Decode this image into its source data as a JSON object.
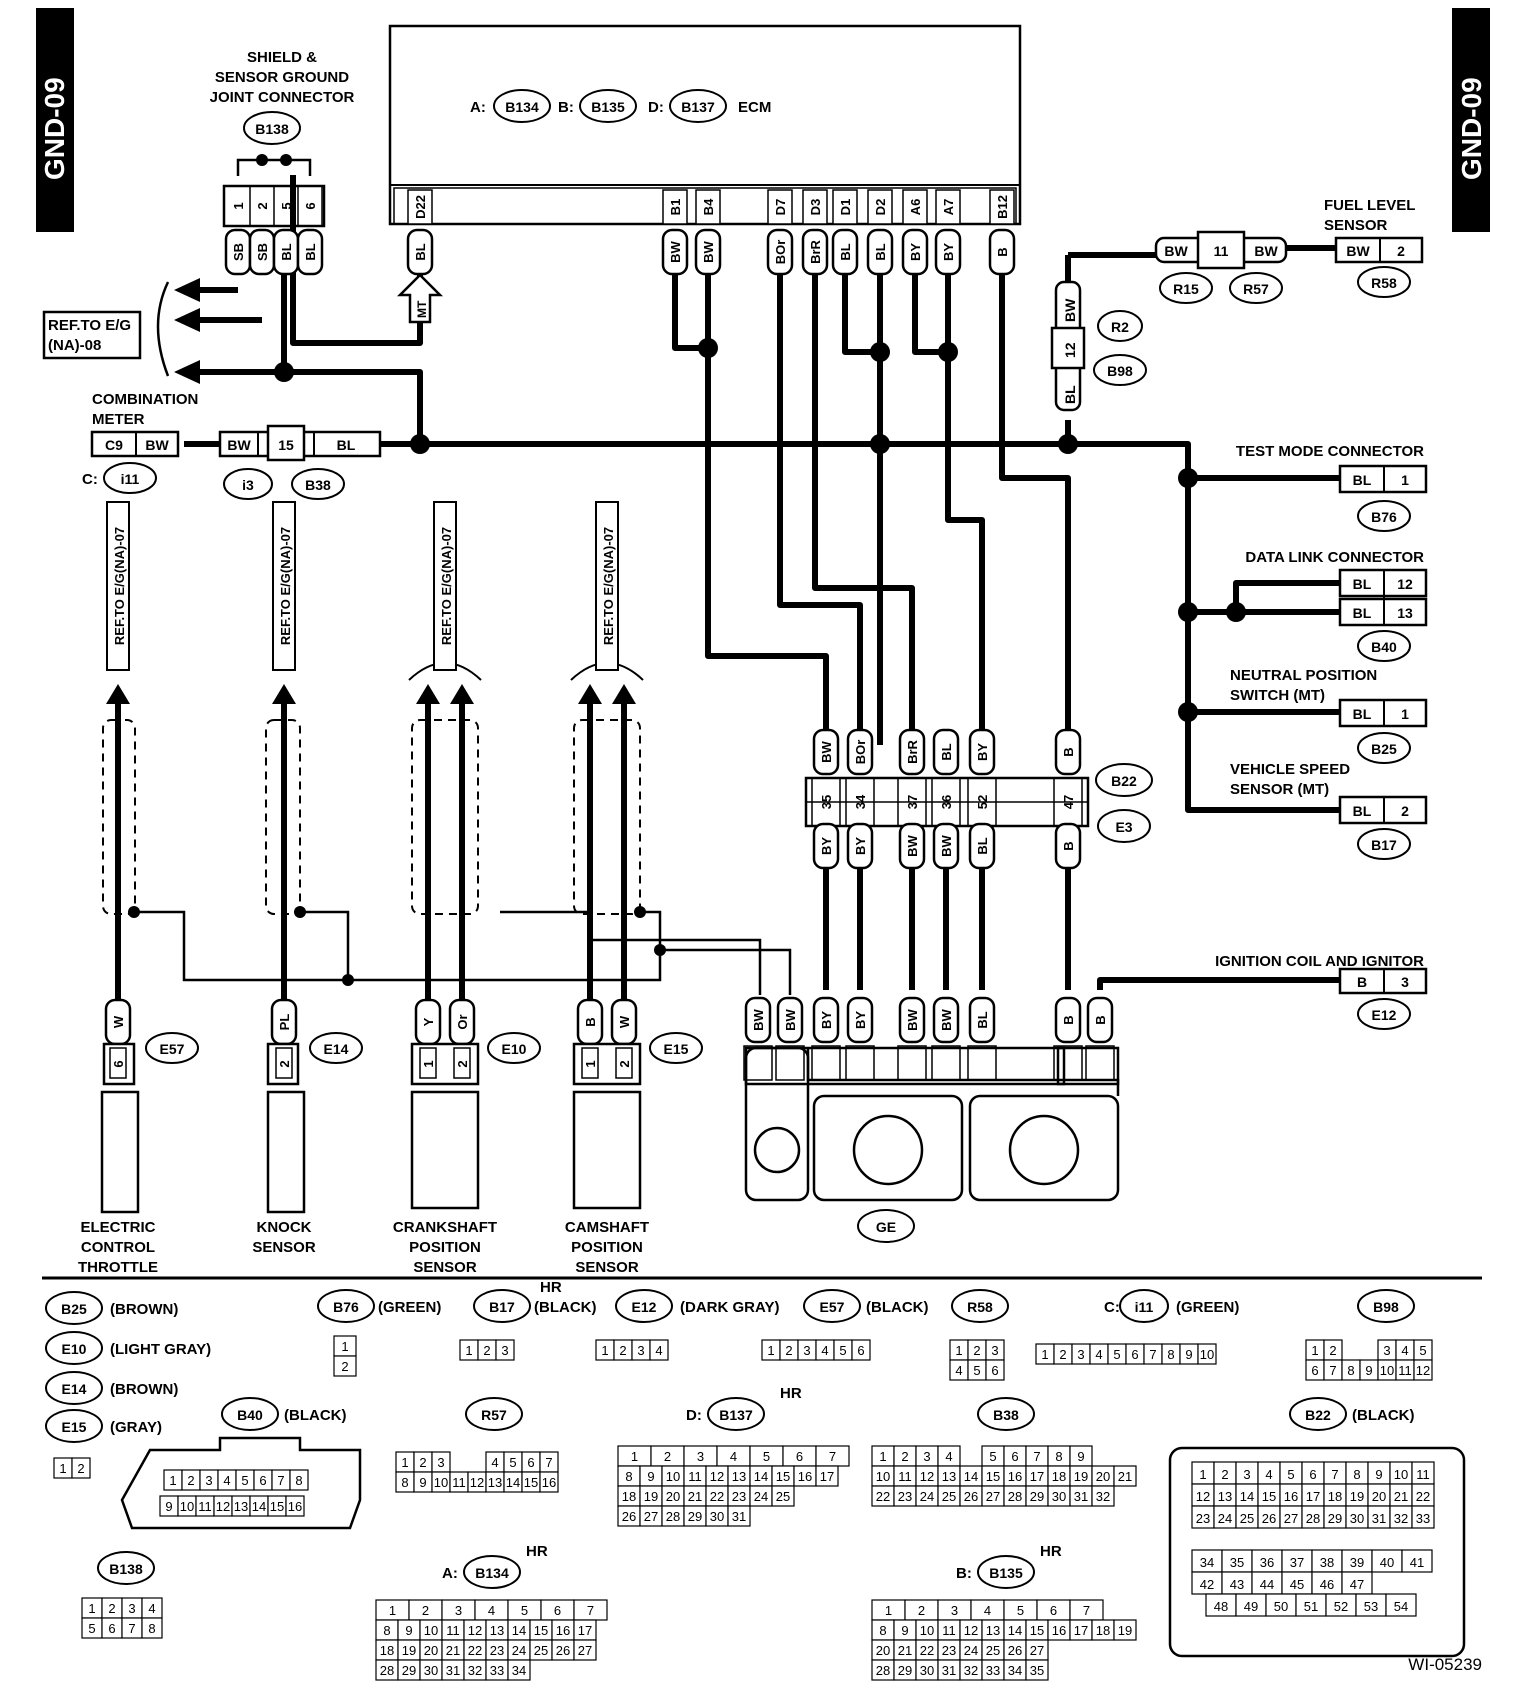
{
  "page_tag": "GND-09",
  "figure_id": "WI-05239",
  "ecm": {
    "label": "ECM",
    "connectors": [
      {
        "prefix": "A:",
        "id": "B134"
      },
      {
        "prefix": "B:",
        "id": "B135"
      },
      {
        "prefix": "D:",
        "id": "B137"
      }
    ],
    "pins": [
      "D22",
      "B1",
      "B4",
      "D7",
      "D3",
      "D1",
      "D2",
      "A6",
      "A7",
      "B12"
    ],
    "pin_wires": [
      "BL",
      "BW",
      "BW",
      "BOr",
      "BrR",
      "BL",
      "BL",
      "BY",
      "BY",
      "B"
    ]
  },
  "joint_connector": {
    "title_lines": [
      "SHIELD &",
      "SENSOR GROUND",
      "JOINT CONNECTOR"
    ],
    "id": "B138",
    "pins": [
      "1",
      "2",
      "5",
      "6"
    ],
    "wires": [
      "SB",
      "SB",
      "BL",
      "BL"
    ]
  },
  "ref_eg_na_08": [
    "REF.TO E/G",
    "(NA)-08"
  ],
  "mt_label": "MT",
  "combination_meter": {
    "title_lines": [
      "COMBINATION",
      "METER"
    ],
    "pin": "C9",
    "wire": "BW",
    "prefix": "C:",
    "id": "i11",
    "joint": {
      "wire_left": "BW",
      "pin": "15",
      "wire_right": "BL",
      "id_left": "i3",
      "id_right": "B38"
    }
  },
  "fuel_level": {
    "title_lines": [
      "FUEL LEVEL",
      "SENSOR"
    ],
    "wire_a": "BW",
    "pin_mid": "11",
    "wire_b": "BW",
    "id_a": "R15",
    "id_b": "R57",
    "wire_c": "BW",
    "pin_c": "2",
    "id_c": "R58",
    "vertical": {
      "wire_top": "BW",
      "pin": "12",
      "wire_bottom": "BL",
      "id_top": "R2",
      "id_bottom": "B98"
    }
  },
  "right_connectors": [
    {
      "title_lines": [
        "TEST MODE CONNECTOR"
      ],
      "rows": [
        {
          "wire": "BL",
          "pin": "1"
        }
      ],
      "id": "B76"
    },
    {
      "title_lines": [
        "DATA LINK CONNECTOR"
      ],
      "rows": [
        {
          "wire": "BL",
          "pin": "12"
        },
        {
          "wire": "BL",
          "pin": "13"
        }
      ],
      "id": "B40"
    },
    {
      "title_lines": [
        "NEUTRAL POSITION",
        "SWITCH (MT)"
      ],
      "rows": [
        {
          "wire": "BL",
          "pin": "1"
        }
      ],
      "id": "B25"
    },
    {
      "title_lines": [
        "VEHICLE SPEED",
        "SENSOR (MT)"
      ],
      "rows": [
        {
          "wire": "BL",
          "pin": "2"
        }
      ],
      "id": "B17"
    }
  ],
  "b22_e3": {
    "top_wires": [
      "BW",
      "BOr",
      "BrR",
      "BL",
      "BY",
      "B"
    ],
    "pins": [
      "35",
      "34",
      "37",
      "36",
      "52",
      "47"
    ],
    "bottom_wires": [
      "BY",
      "BY",
      "BW",
      "BW",
      "BL",
      "B"
    ],
    "id_top": "B22",
    "id_bottom": "E3"
  },
  "ignition": {
    "title": "IGNITION COIL AND IGNITOR",
    "wire": "B",
    "pin": "3",
    "id": "E12"
  },
  "ref_eg_na_07": "REF.TO E/G(NA)-07",
  "sensors": [
    {
      "title_lines": [
        "ELECTRIC",
        "CONTROL",
        "THROTTLE"
      ],
      "wires": [
        "W"
      ],
      "pins": [
        "6"
      ],
      "id": "E57"
    },
    {
      "title_lines": [
        "KNOCK",
        "SENSOR"
      ],
      "wires": [
        "PL"
      ],
      "pins": [
        "2"
      ],
      "id": "E14"
    },
    {
      "title_lines": [
        "CRANKSHAFT",
        "POSITION",
        "SENSOR"
      ],
      "wires": [
        "Y",
        "Or"
      ],
      "pins": [
        "1",
        "2"
      ],
      "id": "E10"
    },
    {
      "title_lines": [
        "CAMSHAFT",
        "POSITION",
        "SENSOR"
      ],
      "wires": [
        "B",
        "W"
      ],
      "pins": [
        "1",
        "2"
      ],
      "id": "E15"
    }
  ],
  "ground": {
    "id": "GE",
    "wires": [
      "BW",
      "BW",
      "BY",
      "BY",
      "BW",
      "BW",
      "BL",
      "B",
      "B"
    ]
  },
  "legend": {
    "colored": [
      {
        "id": "B25",
        "color": "(BROWN)"
      },
      {
        "id": "E10",
        "color": "(LIGHT GRAY)"
      },
      {
        "id": "E14",
        "color": "(BROWN)"
      },
      {
        "id": "E15",
        "color": "(GRAY)"
      },
      {
        "id": "B76",
        "color": "(GREEN)"
      },
      {
        "id": "B17",
        "color": "(BLACK)",
        "note": "HR"
      },
      {
        "id": "E12",
        "color": "(DARK GRAY)"
      },
      {
        "id": "E57",
        "color": "(BLACK)"
      },
      {
        "id": "R58",
        "color": ""
      },
      {
        "id": "i11",
        "color": "(GREEN)",
        "prefix": "C:"
      },
      {
        "id": "B98",
        "color": ""
      },
      {
        "id": "B40",
        "color": "(BLACK)"
      },
      {
        "id": "R57",
        "color": ""
      },
      {
        "id": "B137",
        "color": "",
        "prefix": "D:",
        "note": "HR"
      },
      {
        "id": "B38",
        "color": ""
      },
      {
        "id": "B22",
        "color": "(BLACK)"
      },
      {
        "id": "B138",
        "color": ""
      },
      {
        "id": "B134",
        "color": "",
        "prefix": "A:",
        "note": "HR"
      },
      {
        "id": "B135",
        "color": "",
        "prefix": "B:",
        "note": "HR"
      }
    ],
    "pinouts": {
      "E15": [
        [
          "1",
          "2"
        ]
      ],
      "B76": [
        [
          "1"
        ],
        [
          "2"
        ]
      ],
      "B17": [
        [
          "1",
          "2",
          "3"
        ]
      ],
      "E12": [
        [
          "1",
          "2",
          "3",
          "4"
        ]
      ],
      "E57": [
        [
          "1",
          "2",
          "3",
          "4",
          "5",
          "6"
        ]
      ],
      "R58": [
        [
          "1",
          "2",
          "3"
        ],
        [
          "4",
          "5",
          "6"
        ]
      ],
      "i11": [
        [
          "1",
          "2",
          "3",
          "4",
          "5",
          "6",
          "7",
          "8",
          "9",
          "10"
        ]
      ],
      "B98": [
        [
          "1",
          "2",
          "",
          "",
          "3",
          "4",
          "5"
        ],
        [
          "6",
          "7",
          "8",
          "9",
          "10",
          "11",
          "12"
        ]
      ],
      "B40": [
        [
          "1",
          "2",
          "3",
          "4",
          "5",
          "6",
          "7",
          "8"
        ],
        [
          "9",
          "10",
          "11",
          "12",
          "13",
          "14",
          "15",
          "16"
        ]
      ],
      "R57": [
        [
          "1",
          "2",
          "3",
          "",
          "",
          "4",
          "5",
          "6",
          "7"
        ],
        [
          "8",
          "9",
          "10",
          "11",
          "12",
          "13",
          "14",
          "15",
          "16"
        ]
      ],
      "B137": [
        [
          "1",
          "2",
          "3",
          "4",
          "5",
          "6",
          "7"
        ],
        [
          "8",
          "9",
          "10",
          "11",
          "12",
          "13",
          "14",
          "15",
          "16",
          "17"
        ],
        [
          "18",
          "19",
          "20",
          "21",
          "22",
          "23",
          "24",
          "25"
        ],
        [
          "26",
          "27",
          "28",
          "29",
          "30",
          "31"
        ]
      ],
      "B38": [
        [
          "1",
          "2",
          "3",
          "4",
          "",
          "5",
          "6",
          "7",
          "8",
          "9"
        ],
        [
          "10",
          "11",
          "12",
          "13",
          "14",
          "15",
          "16",
          "17",
          "18",
          "19",
          "20",
          "21"
        ],
        [
          "22",
          "23",
          "24",
          "25",
          "26",
          "27",
          "28",
          "29",
          "30",
          "31",
          "32"
        ]
      ],
      "B22": [
        [
          "1",
          "2",
          "3",
          "4",
          "5",
          "6",
          "7",
          "8",
          "9",
          "10",
          "11"
        ],
        [
          "12",
          "13",
          "14",
          "15",
          "16",
          "17",
          "18",
          "19",
          "20",
          "21",
          "22"
        ],
        [
          "23",
          "24",
          "25",
          "26",
          "27",
          "28",
          "29",
          "30",
          "31",
          "32",
          "33"
        ],
        [
          "34",
          "35",
          "36",
          "37",
          "38",
          "39",
          "40",
          "41"
        ],
        [
          "42",
          "43",
          "44",
          "45",
          "46",
          "47"
        ],
        [
          "48",
          "49",
          "50",
          "51",
          "52",
          "53",
          "54"
        ]
      ],
      "B138": [
        [
          "1",
          "2",
          "3",
          "4"
        ],
        [
          "5",
          "6",
          "7",
          "8"
        ]
      ],
      "B134": [
        [
          "1",
          "2",
          "3",
          "4",
          "5",
          "6",
          "7"
        ],
        [
          "8",
          "9",
          "10",
          "11",
          "12",
          "13",
          "14",
          "15",
          "16",
          "17"
        ],
        [
          "18",
          "19",
          "20",
          "21",
          "22",
          "23",
          "24",
          "25",
          "26",
          "27"
        ],
        [
          "28",
          "29",
          "30",
          "31",
          "32",
          "33",
          "34"
        ]
      ],
      "B135": [
        [
          "1",
          "2",
          "3",
          "4",
          "5",
          "6",
          "7"
        ],
        [
          "8",
          "9",
          "10",
          "11",
          "12",
          "13",
          "14",
          "15",
          "16",
          "17",
          "18",
          "19"
        ],
        [
          "20",
          "21",
          "22",
          "23",
          "24",
          "25",
          "26",
          "27"
        ],
        [
          "28",
          "29",
          "30",
          "31",
          "32",
          "33",
          "34",
          "35"
        ]
      ]
    }
  }
}
